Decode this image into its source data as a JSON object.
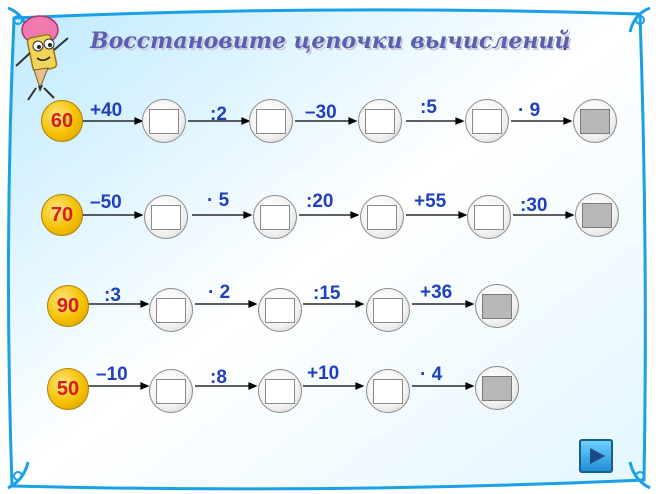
{
  "title": "Восстановите цепочки вычислений",
  "title_punct": ".",
  "chains": [
    {
      "start": "60",
      "ops": [
        "+40",
        ":2",
        "–30",
        ":5",
        "· 9"
      ]
    },
    {
      "start": "70",
      "ops": [
        "–50",
        "· 5",
        ":20",
        "+55",
        ":30"
      ]
    },
    {
      "start": "90",
      "ops": [
        ":3",
        "· 2",
        ":15",
        "+36"
      ]
    },
    {
      "start": "50",
      "ops": [
        "–10",
        ":8",
        "+10",
        "· 4"
      ]
    }
  ],
  "colors": {
    "title": "#5a5fb0",
    "operation": "#1f3fbf",
    "start_number": "#d21e1e",
    "start_circle": "#f5c000",
    "frame": "#1aa0e6"
  },
  "icons": {
    "mascot": "pencil-mascot-icon",
    "next": "play-arrow-icon"
  }
}
